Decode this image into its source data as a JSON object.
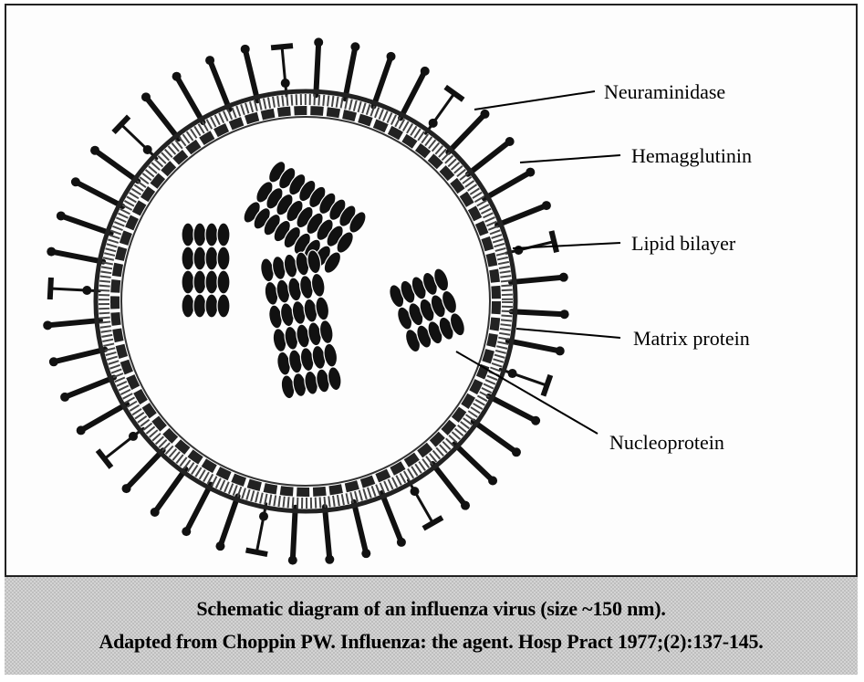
{
  "labels": {
    "neuraminidase": "Neuraminidase",
    "hemagglutinin": "Hemagglutinin",
    "lipid_bilayer": "Lipid bilayer",
    "matrix_protein": "Matrix protein",
    "nucleoprotein": "Nucleoprotein"
  },
  "caption": {
    "line1": "Schematic diagram of an influenza virus (size ~150 nm).",
    "line2": "Adapted from Choppin PW. Influenza: the agent. Hosp Pract 1977;(2):137-145."
  },
  "colors": {
    "ink": "#111111",
    "membrane": "#3a3a3a",
    "caption_bg": "#d4d4d4"
  }
}
